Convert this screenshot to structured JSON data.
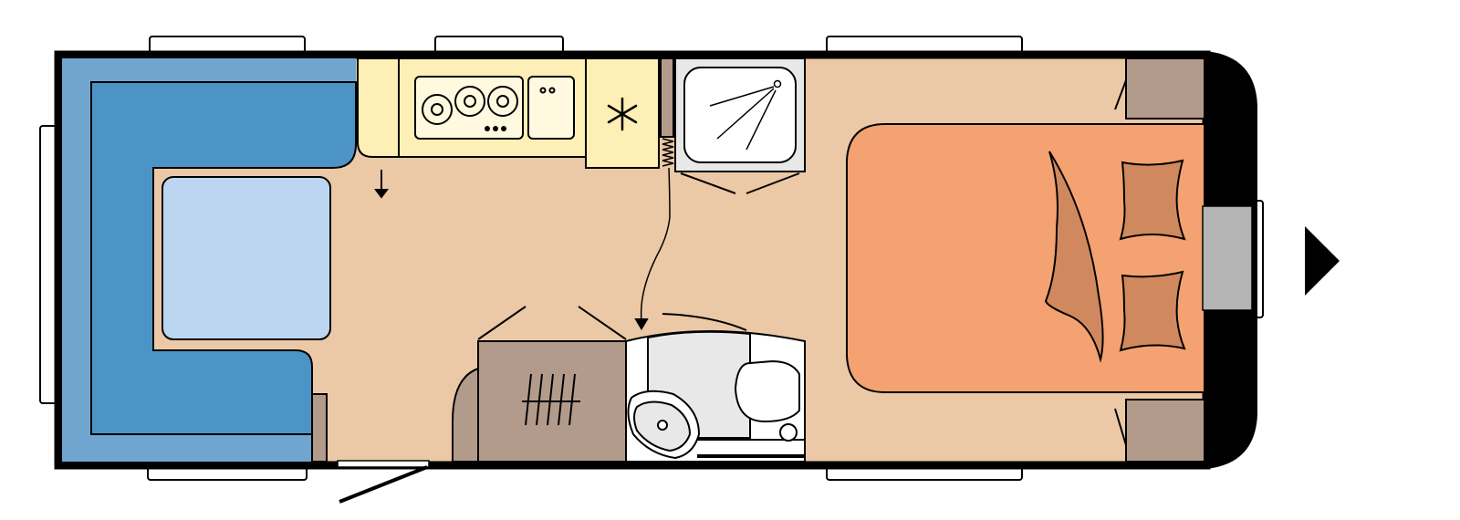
{
  "floorplan": {
    "direction_icon": "triangle-right-icon",
    "zones": [
      {
        "name": "dinette-seating",
        "icon": "sofa"
      },
      {
        "name": "dinette-table",
        "icon": "table"
      },
      {
        "name": "kitchen",
        "icon": "stove-icon"
      },
      {
        "name": "fridge",
        "icon": "snowflake-icon"
      },
      {
        "name": "shower",
        "icon": "shower-icon"
      },
      {
        "name": "washroom",
        "icon": "toilet-icon"
      },
      {
        "name": "wardrobe",
        "icon": "hanger-icon"
      },
      {
        "name": "double-bed",
        "icon": "bed-icon"
      },
      {
        "name": "entrance-door",
        "icon": "door-icon"
      }
    ],
    "colors": {
      "floor": "#EBC8A6",
      "seat_outer": "#6FA5CE",
      "seat_cushion": "#4D94C6",
      "table": "#BCD6F1",
      "kitchen": "#FDEFB6",
      "wood": "#B39B8B",
      "bed": "#F4A271",
      "pillow": "#D0895F",
      "bathroom": "#EAEAEA",
      "tail_light": "#B4B4B4",
      "wall": "#000000"
    }
  }
}
